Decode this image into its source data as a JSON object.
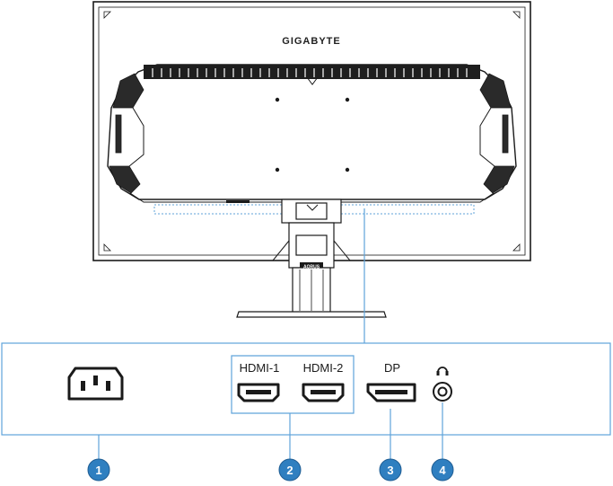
{
  "monitor": {
    "brand": "GIGABYTE",
    "stand_mark": "AORUS"
  },
  "ports": {
    "hdmi1_label": "HDMI-1",
    "hdmi2_label": "HDMI-2",
    "dp_label": "DP",
    "headphone_icon": "headphone-icon",
    "power_icon": "power-inlet-icon"
  },
  "callouts": {
    "c1": "1",
    "c2": "2",
    "c3": "3",
    "c4": "4"
  },
  "colors": {
    "callout_blue": "#2f7fc0",
    "callout_border": "#1f5d93",
    "guide_blue": "#5fa3da",
    "outline": "#1a1a1a"
  }
}
